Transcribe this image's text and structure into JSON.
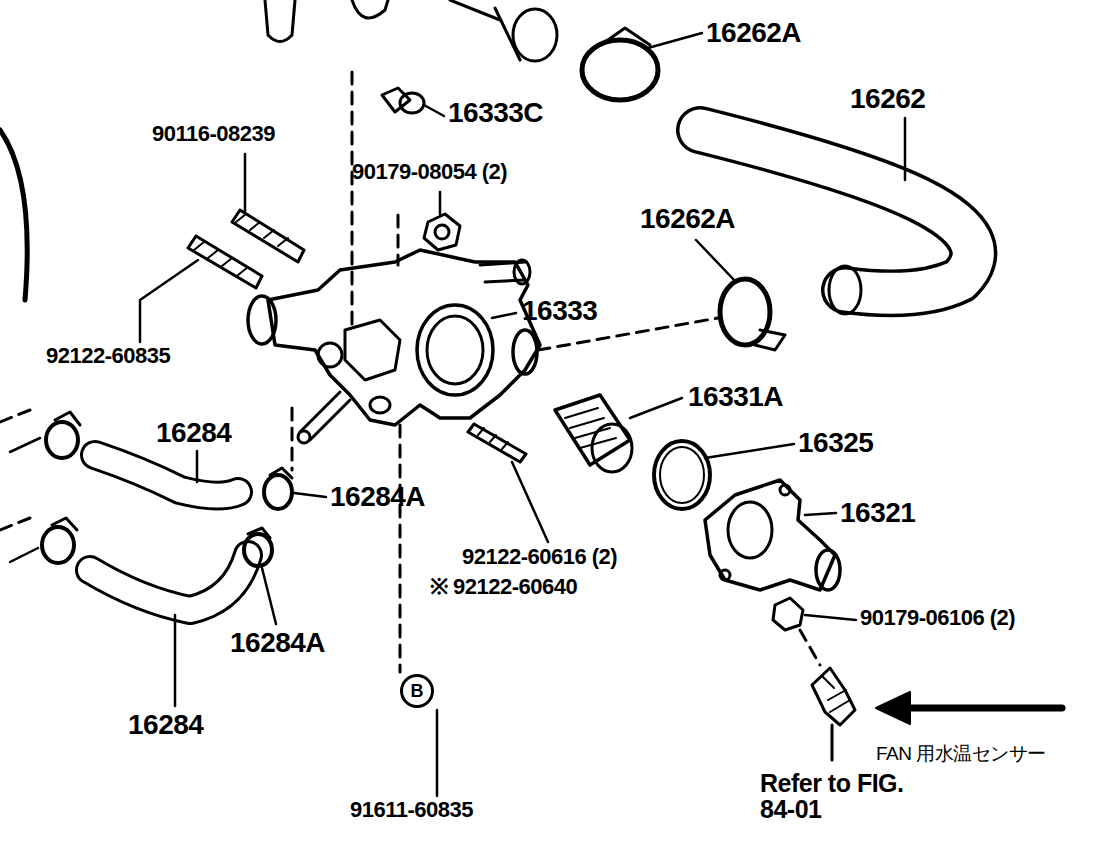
{
  "diagram": {
    "nodes": [
      {
        "text": [
          "B"
        ]
      }
    ],
    "labels": [
      "16262A",
      "16262",
      "16333C",
      "90116-08239",
      "90179-08054 (2)",
      "16262A",
      "92122-60835",
      "16333",
      "16331A",
      "16284",
      "16325",
      "16284A",
      "16321",
      "92122-60616 (2)",
      "※ 92122-60640",
      "16284A",
      "90179-06106 (2)",
      "16284",
      "FAN 用水温センサー",
      "Refer to FIG. 84-01",
      "91611-60835"
    ]
  }
}
